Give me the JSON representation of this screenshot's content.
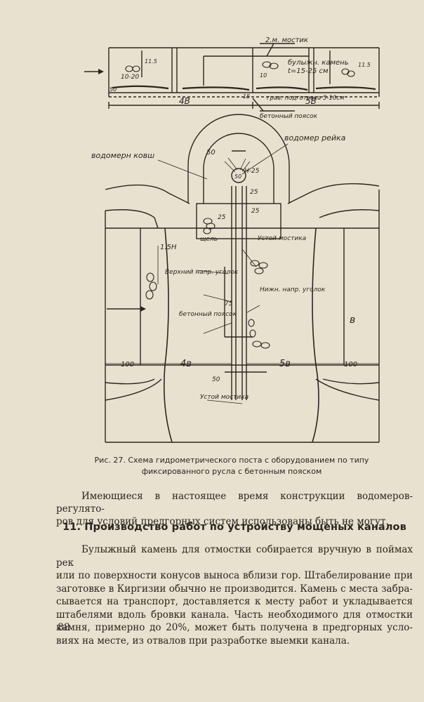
{
  "figure": {
    "labels": {
      "most": "2.м. мостик",
      "booth": "булыжн. камень",
      "booth2": "t=15-25 см",
      "grav": "грав. подготовка 5-10см",
      "beton_top": "бетонный поясок",
      "dim_4b_top": "4В",
      "dim_5b_top": "5В",
      "dim_50_top": "50",
      "dim_10_20": "10-20",
      "dim_11_5a": "11.5",
      "dim_11_5b": "11.5",
      "dim_15": "15",
      "dim_10": "10",
      "kovsh": "водомерн ковш",
      "reyka": "водомер рейка",
      "r50": "50",
      "h25": "H-25",
      "circ50": "50",
      "d25a": "25",
      "d25b": "25",
      "d25c": "25",
      "h15": "1.5H",
      "shchel": "щель",
      "ustoy1": "Устой мостика",
      "verh": "Верхний напр. уголок",
      "nizh": "Нижн. напр. уголок",
      "d75": "75",
      "beton2": "бетонный поясок",
      "v": "в",
      "d100a": "100",
      "d4b": "4в",
      "d5b": "5в",
      "d100b": "100",
      "d50b": "50",
      "ustoy2": "Устой мостика"
    }
  },
  "caption": {
    "line1": "Рис. 27. Схема гидрометрического поста с оборудованием  по типу",
    "line2": "фиксированного русла с  бетонным пояском"
  },
  "para1": {
    "line1": "Имеющиеся в настоящее время конструкции водомеров-регулято-",
    "line2": "ров для условий предгорных систем использованы быть не могут."
  },
  "heading": "11. Производство работ по устройству мощеных каналов",
  "para2": {
    "line1": "Булыжный камень для отмостки собирается вручную в поймах рек",
    "line2": "или по поверхности конусов выноса вблизи гор. Штабелирование при",
    "line3": "заготовке в Киргизии обычно не производится. Камень с места забра-",
    "line4": "сывается на транспорт, доставляется к месту работ и укладывается",
    "line5": "штабелями вдоль бровки канала. Часть необходимого для отмостки",
    "line6": "камня, примерно до 20%, может быть получена в предгорных усло-",
    "line7": "виях на месте, из отвалов при разработке выемки канала."
  },
  "page_number": "88"
}
